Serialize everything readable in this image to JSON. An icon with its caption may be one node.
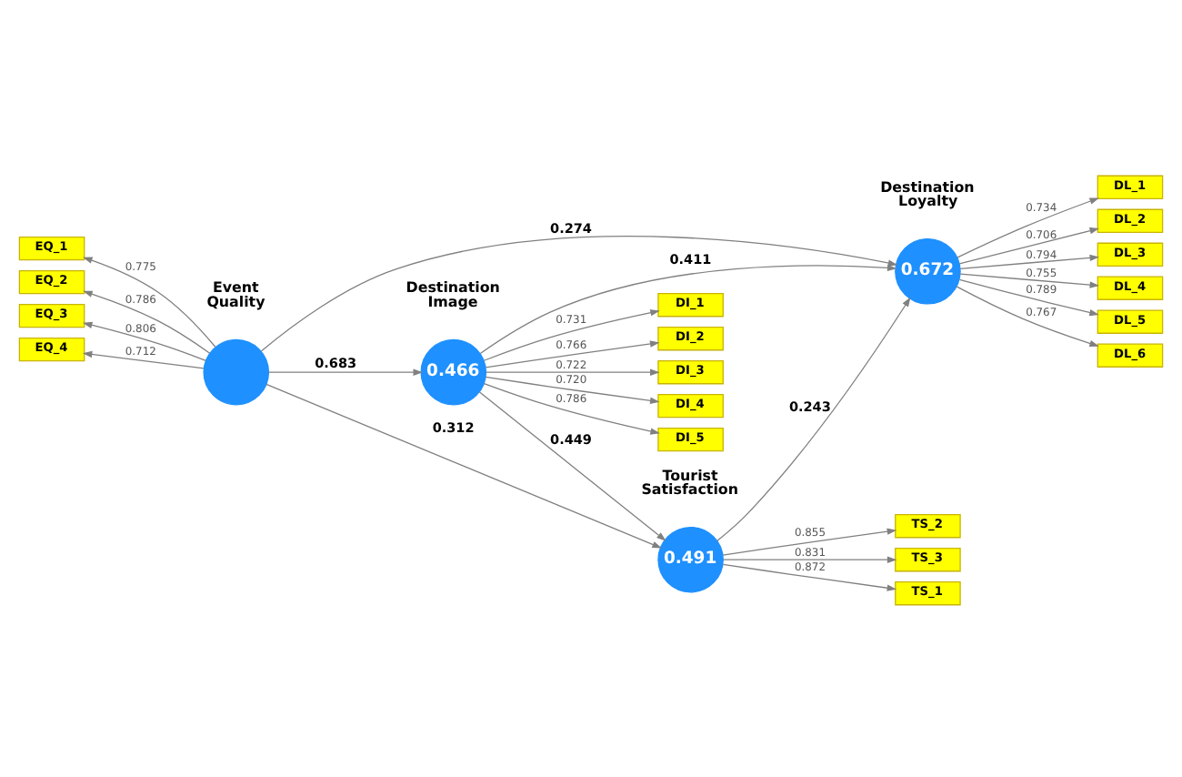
{
  "diagram": {
    "nodes": [
      {
        "text": [
          "DI_1"
        ]
      },
      {
        "text": [
          "DI_2"
        ]
      },
      {
        "text": [
          "DI_3"
        ]
      },
      {
        "text": [
          "DI_4"
        ]
      },
      {
        "text": [
          "DI_5"
        ]
      },
      {
        "text": [
          "0.466"
        ],
        "beside": [
          "Destination Image"
        ]
      },
      {
        "text": [
          "EQ_1"
        ]
      },
      {
        "text": [
          "EQ_2"
        ]
      },
      {
        "text": [
          "EQ_3"
        ]
      },
      {
        "text": [
          "EQ_4"
        ]
      },
      {
        "text": [],
        "shape": "circle",
        "beside": [
          "Event Quality"
        ]
      },
      {
        "text": [
          "DL_1"
        ]
      },
      {
        "text": [
          "DL_2"
        ]
      },
      {
        "text": [
          "DL_3"
        ]
      },
      {
        "text": [
          "DL_4"
        ]
      },
      {
        "text": [
          "DL_5"
        ]
      },
      {
        "text": [
          "DL_6"
        ]
      },
      {
        "text": [
          "0.672"
        ],
        "beside": [
          "Destination Loyalty"
        ]
      },
      {
        "text": [
          "TS_1"
        ]
      },
      {
        "text": [
          "TS_2"
        ]
      },
      {
        "text": [
          "TS_3"
        ]
      },
      {
        "text": [
          "0.491"
        ],
        "beside": [
          "Tourist Satisfaction"
        ]
      }
    ],
    "edges": [
      {
        "from": 5,
        "to": 0,
        "arrow": "to",
        "label": "0.731"
      },
      {
        "from": 5,
        "to": 1,
        "arrow": "to",
        "label": "0.766"
      },
      {
        "from": 5,
        "to": 2,
        "arrow": "to",
        "label": "0.722"
      },
      {
        "from": 5,
        "to": 3,
        "arrow": "to",
        "label": "0.720"
      },
      {
        "from": 5,
        "to": 4,
        "arrow": "to",
        "label": "0.786"
      },
      {
        "from": 10,
        "to": 6,
        "arrow": "to",
        "label": "0.775"
      },
      {
        "from": 10,
        "to": 7,
        "arrow": "to",
        "label": "0.786"
      },
      {
        "from": 10,
        "to": 8,
        "arrow": "to",
        "label": "0.806"
      },
      {
        "from": 10,
        "to": 9,
        "arrow": "to",
        "label": "0.712"
      },
      {
        "from": 17,
        "to": 11,
        "arrow": "to",
        "label": "0.734"
      },
      {
        "from": 17,
        "to": 12,
        "arrow": "to",
        "label": "0.706"
      },
      {
        "from": 17,
        "to": 13,
        "arrow": "to",
        "label": "0.794"
      },
      {
        "from": 17,
        "to": 14,
        "arrow": "to",
        "label": "0.755"
      },
      {
        "from": 17,
        "to": 15,
        "arrow": "to",
        "label": "0.789"
      },
      {
        "from": 17,
        "to": 16,
        "arrow": "to",
        "label": "0.767"
      },
      {
        "from": 21,
        "to": 18,
        "arrow": "to",
        "label": "0.872"
      },
      {
        "from": 21,
        "to": 19,
        "arrow": "to",
        "label": "0.855"
      },
      {
        "from": 21,
        "to": 20,
        "arrow": "to",
        "label": "0.831"
      },
      {
        "from": 10,
        "to": 5,
        "arrow": "to",
        "label": "0.683"
      },
      {
        "from": 5,
        "to": 17,
        "arrow": "to",
        "label": "0.411"
      },
      {
        "from": 5,
        "to": 21,
        "arrow": "to",
        "label": "0.449"
      },
      {
        "from": 10,
        "to": 17,
        "arrow": "to",
        "label": "0.274"
      },
      {
        "from": 10,
        "to": 21,
        "arrow": "to",
        "label": "0.312"
      },
      {
        "from": 21,
        "to": 17,
        "arrow": "to",
        "label": "0.243"
      }
    ]
  }
}
